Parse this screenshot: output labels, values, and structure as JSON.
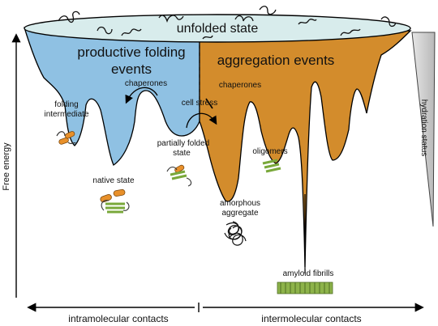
{
  "title": "unfolded state",
  "regions": {
    "productive": "productive folding events",
    "productive_line1": "productive folding",
    "productive_line2": "events",
    "aggregation": "aggregation events"
  },
  "labels": {
    "chaperones_left": "chaperones",
    "chaperones_right": "chaperones",
    "cell_stress": "cell stress",
    "folding_intermediate_1": "folding",
    "folding_intermediate_2": "intermediate",
    "native_state": "native state",
    "partially_folded_1": "partially folded",
    "partially_folded_2": "state",
    "oligomers": "oligomers",
    "amorphous_1": "amorphous",
    "amorphous_2": "aggregate",
    "amyloid": "amyloid fibrills",
    "hydration": "hydration status",
    "free_energy": "Free energy",
    "intramolecular": "intramolecular contacts",
    "intermolecular": "intermolecular contacts"
  },
  "colors": {
    "productive": "#8fc1e3",
    "aggregation": "#d38c2c",
    "unfolded_top": "#d8ecec",
    "hydration_wedge": "#d0d0d0",
    "helix_orange": "#e8902a",
    "sheet_green": "#79a83a"
  }
}
